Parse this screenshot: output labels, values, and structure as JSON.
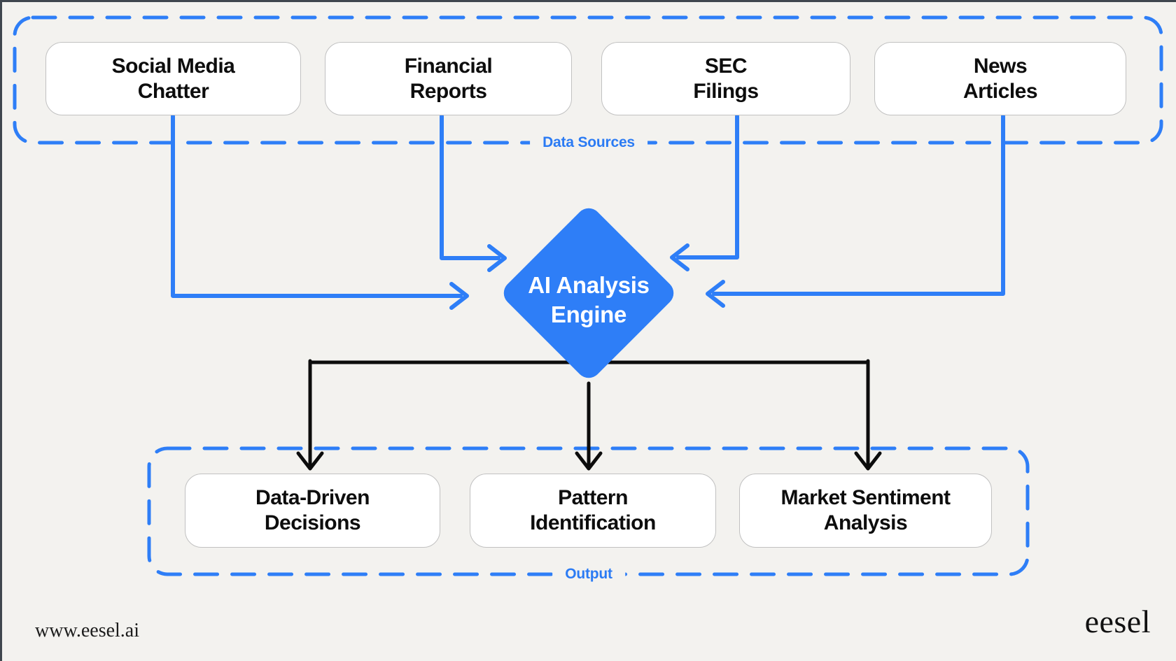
{
  "page": {
    "background_color": "#f3f2ef",
    "accent_blue": "#2e7ef7",
    "label_blue": "#2b7bf4",
    "line_black": "#0c0c0c"
  },
  "data_sources": {
    "label": "Data Sources",
    "items": [
      {
        "label": "Social Media\nChatter"
      },
      {
        "label": "Financial\nReports"
      },
      {
        "label": "SEC\nFilings"
      },
      {
        "label": "News\nArticles"
      }
    ]
  },
  "engine": {
    "label": "AI Analysis\nEngine"
  },
  "output": {
    "label": "Output",
    "items": [
      {
        "label": "Data-Driven\nDecisions"
      },
      {
        "label": "Pattern\nIdentification"
      },
      {
        "label": "Market Sentiment\nAnalysis"
      }
    ]
  },
  "footer": {
    "website": "www.eesel.ai",
    "logo": "eesel"
  }
}
